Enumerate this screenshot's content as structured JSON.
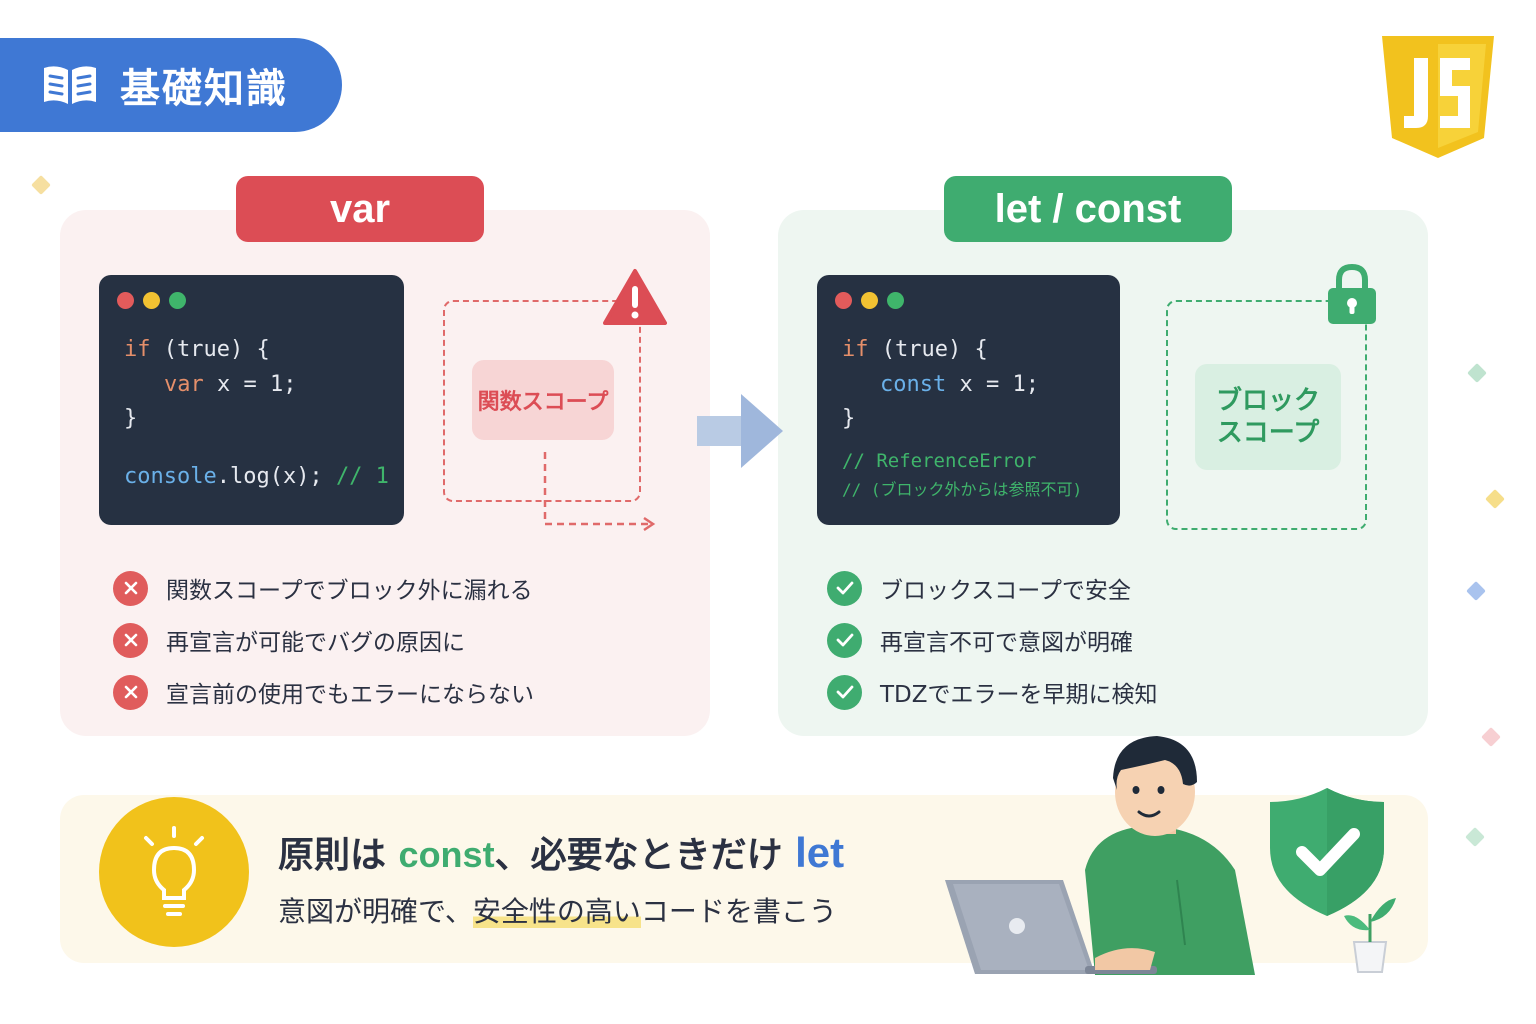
{
  "header": {
    "badge_title": "基礎知識"
  },
  "var_panel": {
    "tag": "var",
    "code": {
      "line1_kw": "if",
      "line1_rest": " (true) {",
      "line2_kw": "var",
      "line2_rest": " x = 1;",
      "line3": "}",
      "line5_fn": "console",
      "line5_rest": ".log(x); ",
      "line5_comment": "// 1"
    },
    "scope_label": "関数スコープ",
    "points": [
      "関数スコープでブロック外に漏れる",
      "再宣言が可能でバグの原因に",
      "宣言前の使用でもエラーにならない"
    ]
  },
  "let_panel": {
    "tag": "let / const",
    "code": {
      "line1_kw": "if",
      "line1_rest": " (true) {",
      "line2_kw": "const",
      "line2_rest": " x = 1;",
      "line3": "}",
      "line5_comment": "// ReferenceError",
      "line6_comment": "// (ブロック外からは参照不可)"
    },
    "scope_label_1": "ブロック",
    "scope_label_2": "スコープ",
    "points": [
      "ブロックスコープで安全",
      "再宣言不可で意図が明確",
      "TDZでエラーを早期に検知"
    ]
  },
  "tip": {
    "line1_a": "原則は ",
    "line1_const": "const",
    "line1_b": "、必要なときだけ ",
    "line1_let": "let",
    "line2_a": "意図が明確で、",
    "line2_highlight": "安全性の高い",
    "line2_b": "コードを書こう"
  },
  "colors": {
    "brand_blue": "#3f78d4",
    "var_red": "#dc4d55",
    "let_green": "#3fac70",
    "code_bg": "#263142",
    "bulb_yellow": "#f1c21b"
  },
  "icons": [
    "book-icon",
    "js-logo-icon",
    "warning-icon",
    "lock-icon",
    "arrow-right-icon",
    "x-circle-icon",
    "check-circle-icon",
    "lightbulb-icon",
    "shield-check-icon"
  ]
}
